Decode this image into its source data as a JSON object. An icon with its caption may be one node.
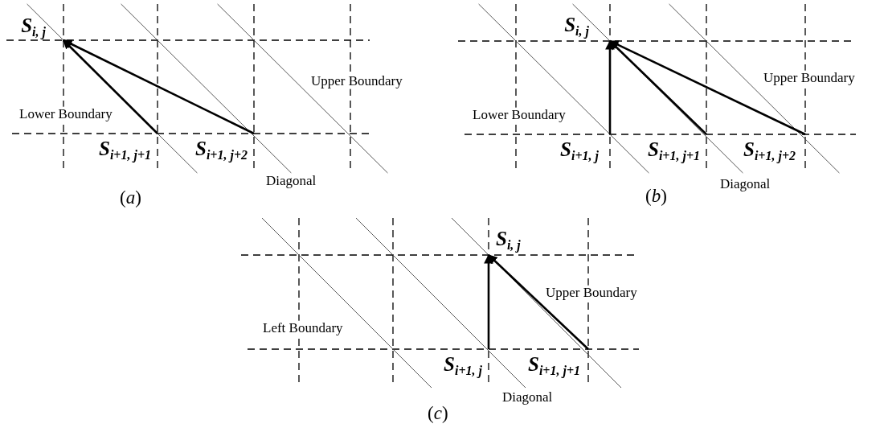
{
  "diagram": {
    "nodes": [
      {
        "text": [
          "*S*$_{i, j}$"
        ]
      },
      {
        "text": [
          "*S*$_{i+1, j+1}$"
        ]
      },
      {
        "text": [
          "*S*$_{i+1, j+2}$"
        ]
      },
      {
        "text": [
          "*S*$_{i, j}$"
        ]
      },
      {
        "text": [
          "*S*$_{i+1, j}$"
        ]
      },
      {
        "text": [
          "*S*$_{i+1, j+1}$"
        ]
      },
      {
        "text": [
          "*S*$_{i+1, j+2}$"
        ]
      },
      {
        "text": [
          "*S*$_{i, j}$"
        ]
      },
      {
        "text": [
          "*S*$_{i+1, j}$"
        ]
      },
      {
        "text": [
          "*S*$_{i+1, j+1}$"
        ]
      }
    ],
    "edges": [
      {
        "from": 1,
        "to": 0,
        "arrow": "to"
      },
      {
        "from": 2,
        "to": 0,
        "arrow": "to"
      },
      {
        "from": 4,
        "to": 3,
        "arrow": "to"
      },
      {
        "from": 5,
        "to": 3,
        "arrow": "to"
      },
      {
        "from": 6,
        "to": 3,
        "arrow": "to"
      },
      {
        "from": 8,
        "to": 7,
        "arrow": "to"
      },
      {
        "from": 9,
        "to": 7,
        "arrow": "to"
      }
    ],
    "labels": [
      "Upper Boundary",
      "Lower Boundary",
      "Diagonal",
      "(*a*)",
      "Upper Boundary",
      "Lower Boundary",
      "Diagonal",
      "(*b*)",
      "Upper Boundary",
      "Left Boundary",
      "Diagonal",
      "(*c*)"
    ]
  }
}
